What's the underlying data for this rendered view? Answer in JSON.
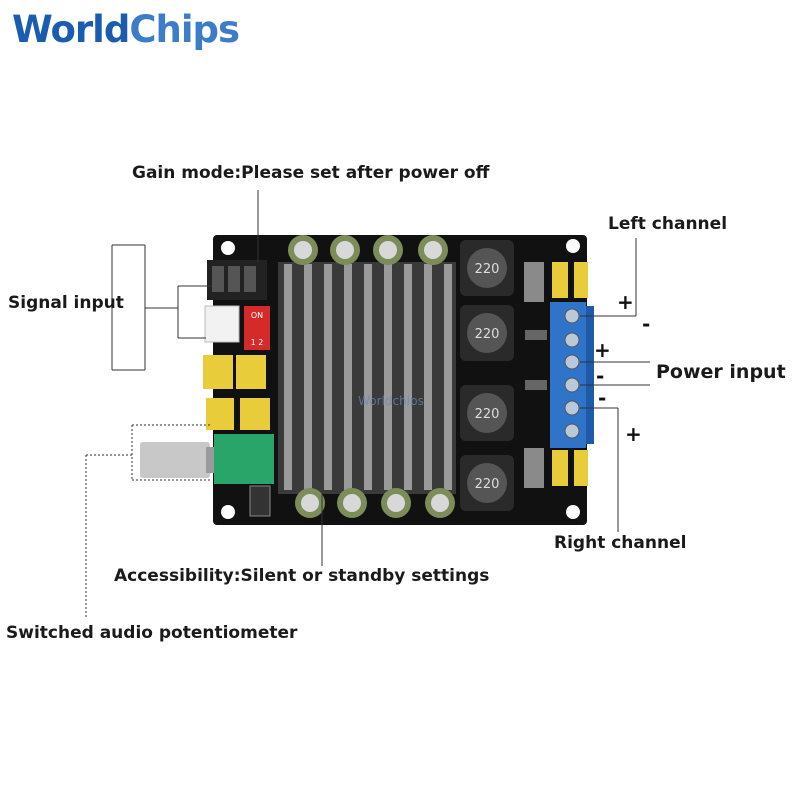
{
  "logo": {
    "part1": "World",
    "part2": "Chips"
  },
  "labels": {
    "gain_mode": "Gain mode:Please set after power off",
    "left_channel": "Left channel",
    "signal_input": "Signal input",
    "power_input": "Power input",
    "right_channel": "Right channel",
    "accessibility": "Accessibility:Silent or standby settings",
    "potentiometer": "Switched audio potentiometer"
  },
  "board": {
    "inductor_marks": [
      "220",
      "220",
      "220",
      "220"
    ],
    "dip_marks": [
      "ON",
      "1 2"
    ],
    "watermark": "Worldchips"
  },
  "signs": {
    "plus": "+",
    "minus": "-"
  },
  "colors": {
    "board": "#111111",
    "heatsink": "#5a5a5a",
    "terminal_block": "#2f74c8",
    "capacitor_yellow": "#e8cc3a",
    "potentiometer_green": "#2aa56a",
    "logo_blue": "#1a5db0"
  }
}
